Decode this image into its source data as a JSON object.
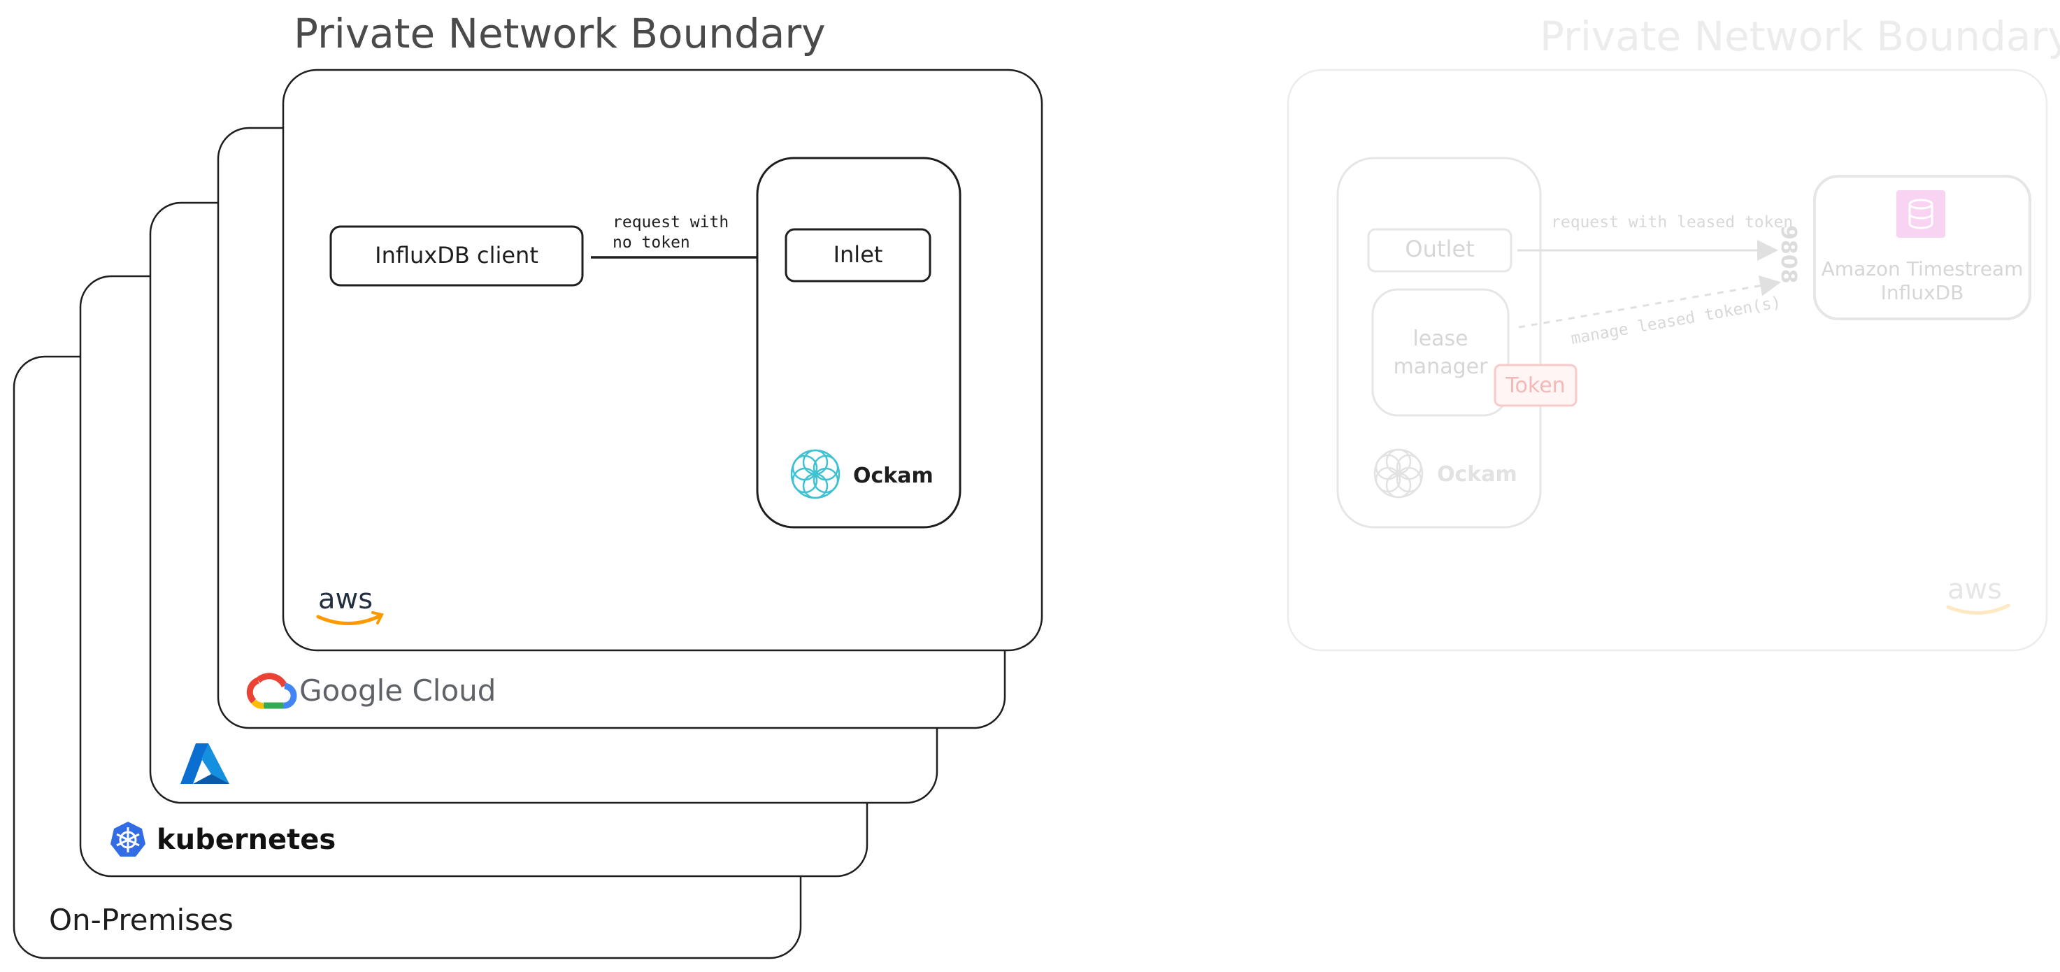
{
  "left": {
    "title": "Private Network Boundary",
    "layers": {
      "on_premises": "On-Premises",
      "kubernetes": "kubernetes",
      "google_cloud": "Google Cloud",
      "aws": "aws"
    },
    "client_label": "InfluxDB client",
    "inlet_label": "Inlet",
    "arrow_label_line1": "request with",
    "arrow_label_line2": "no token",
    "ockam_label": "Ockam"
  },
  "right": {
    "title": "Private Network Boundary",
    "outlet_label": "Outlet",
    "lease_line1": "lease",
    "lease_line2": "manager",
    "token_label": "Token",
    "ockam_label": "Ockam",
    "request_label": "request with leased token",
    "manage_label": "manage leased token(s)",
    "port_label": "9808",
    "db_line1": "Amazon Timestream",
    "db_line2": "InfluxDB",
    "aws_label": "aws"
  },
  "colors": {
    "stroke": "#1e1e1e",
    "title": "#4a4a4a",
    "ockam_teal": "#3ec1d3",
    "aws_orange": "#ff9900",
    "azure_blue": "#0a6fd1",
    "k8s_blue": "#326ce5",
    "faded": "#e6e6e6",
    "faded_text": "#d6d6d6",
    "token_faded": "#f9c9c9",
    "db_icon_faded": "#f6c8ef"
  }
}
